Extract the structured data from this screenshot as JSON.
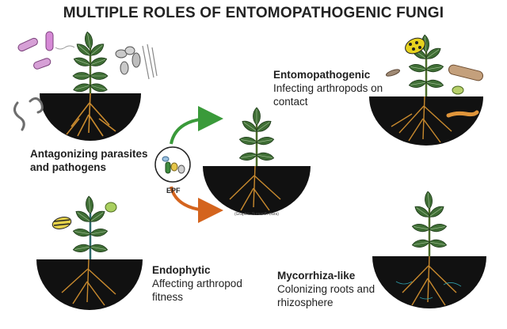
{
  "title": "MULTIPLE ROLES OF ENTOMOPATHOGENIC FUNGI",
  "center": {
    "epf_label": "EPF",
    "credit": "(Graphic: Sumanth Dara)"
  },
  "roles": [
    {
      "id": "antagonizing",
      "heading": "Antagonizing parasites",
      "text": "and pathogens"
    },
    {
      "id": "entomopathogenic",
      "heading": "Entomopathogenic",
      "text_lines": [
        "Infecting arthropods on",
        "contact"
      ]
    },
    {
      "id": "endophytic",
      "heading": "Endophytic",
      "text_lines": [
        "Affecting arthropod",
        "fitness"
      ]
    },
    {
      "id": "mycorrhiza",
      "heading": "Mycorrhiza-like",
      "text_lines": [
        "Colonizing roots and",
        "rhizosphere"
      ]
    }
  ],
  "colors": {
    "soil": "#111111",
    "leaf_dark": "#2f5a2a",
    "leaf_mid": "#4f7f3e",
    "root": "#c98a2e",
    "arrow_green": "#3a9a3a",
    "arrow_orange": "#d4641e"
  }
}
